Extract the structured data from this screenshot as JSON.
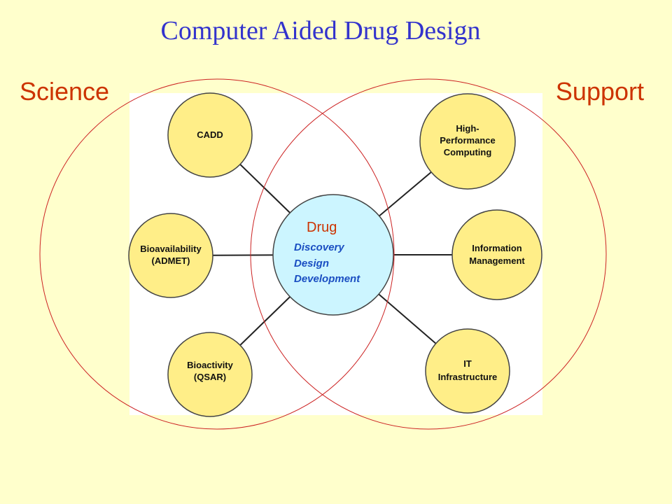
{
  "title": "Computer Aided Drug Design",
  "left_group_label": "Science",
  "right_group_label": "Support",
  "center": {
    "heading": "Drug",
    "items": [
      "Discovery",
      "Design",
      "Development"
    ]
  },
  "left_nodes": [
    {
      "lines": [
        "CADD"
      ]
    },
    {
      "lines": [
        "Bioavailability",
        "(ADMET)"
      ]
    },
    {
      "lines": [
        "Bioactivity",
        "(QSAR)"
      ]
    }
  ],
  "right_nodes": [
    {
      "lines": [
        "High-",
        "Performance",
        "Computing"
      ]
    },
    {
      "lines": [
        "Information",
        "Management"
      ]
    },
    {
      "lines": [
        "IT",
        "Infrastructure"
      ]
    }
  ],
  "colors": {
    "background": "#ffffcc",
    "title": "#3333cc",
    "group_label": "#cc3300",
    "venn_outline": "#cc2222",
    "node_fill": "#ffee88",
    "center_fill": "#ccf5ff",
    "center_heading": "#cc3300",
    "center_items": "#1a4ec2"
  }
}
